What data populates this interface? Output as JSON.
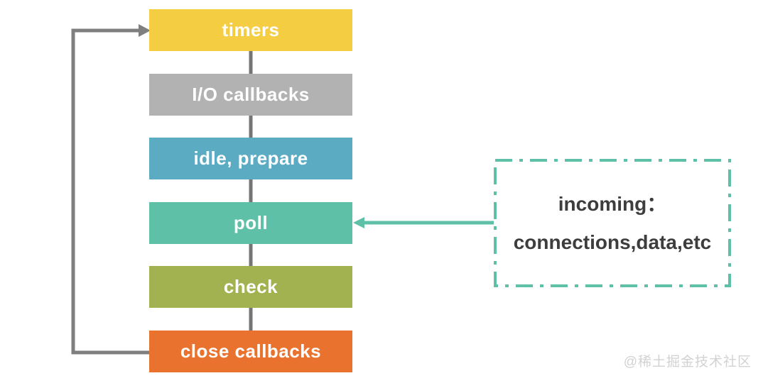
{
  "diagram": {
    "phases": [
      {
        "label": "timers",
        "color": "#F5CD42"
      },
      {
        "label": "I/O callbacks",
        "color": "#B2B2B2"
      },
      {
        "label": "idle, prepare",
        "color": "#5BACC3"
      },
      {
        "label": "poll",
        "color": "#5FC0A8"
      },
      {
        "label": "check",
        "color": "#A2B250"
      },
      {
        "label": "close callbacks",
        "color": "#E9732E"
      }
    ],
    "incoming_box": {
      "line1": "incoming：",
      "line2": "connections,data,etc",
      "border_color": "#5FC0A8",
      "text_color": "#3D3D3D"
    },
    "connectors": {
      "loop_color": "#7F7F7F",
      "incoming_arrow_color": "#5FC0A8"
    },
    "watermark": "@稀土掘金技术社区"
  }
}
